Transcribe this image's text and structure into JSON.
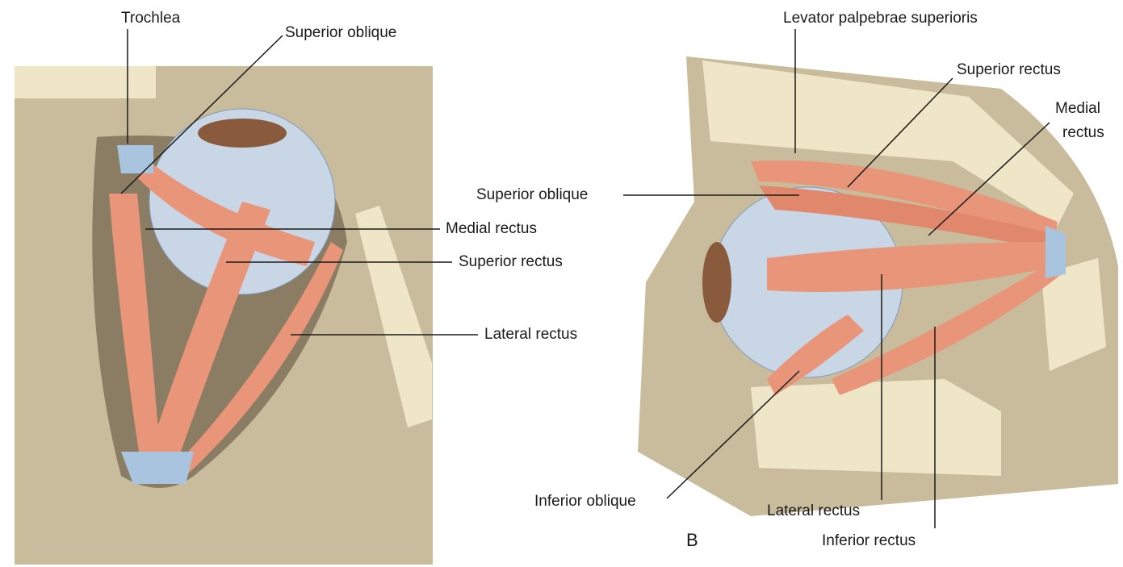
{
  "panel_a": {
    "labels": {
      "trochlea": "Trochlea",
      "superior_oblique": "Superior oblique",
      "medial_rectus": "Medial rectus",
      "superior_rectus": "Superior rectus",
      "lateral_rectus": "Lateral rectus"
    }
  },
  "panel_b": {
    "letter": "B",
    "labels": {
      "levator": "Levator palpebrae superioris",
      "superior_rectus": "Superior rectus",
      "medial_rectus_1": "Medial",
      "medial_rectus_2": "rectus",
      "superior_oblique": "Superior oblique",
      "inferior_oblique": "Inferior oblique",
      "lateral_rectus": "Lateral rectus",
      "inferior_rectus": "Inferior rectus"
    }
  },
  "colors": {
    "bone": "#c9bc9c",
    "bone_light": "#efe6c8",
    "muscle": "#e8957a",
    "tendon": "#a9c4df",
    "eyeball": "#c9d6e6"
  }
}
